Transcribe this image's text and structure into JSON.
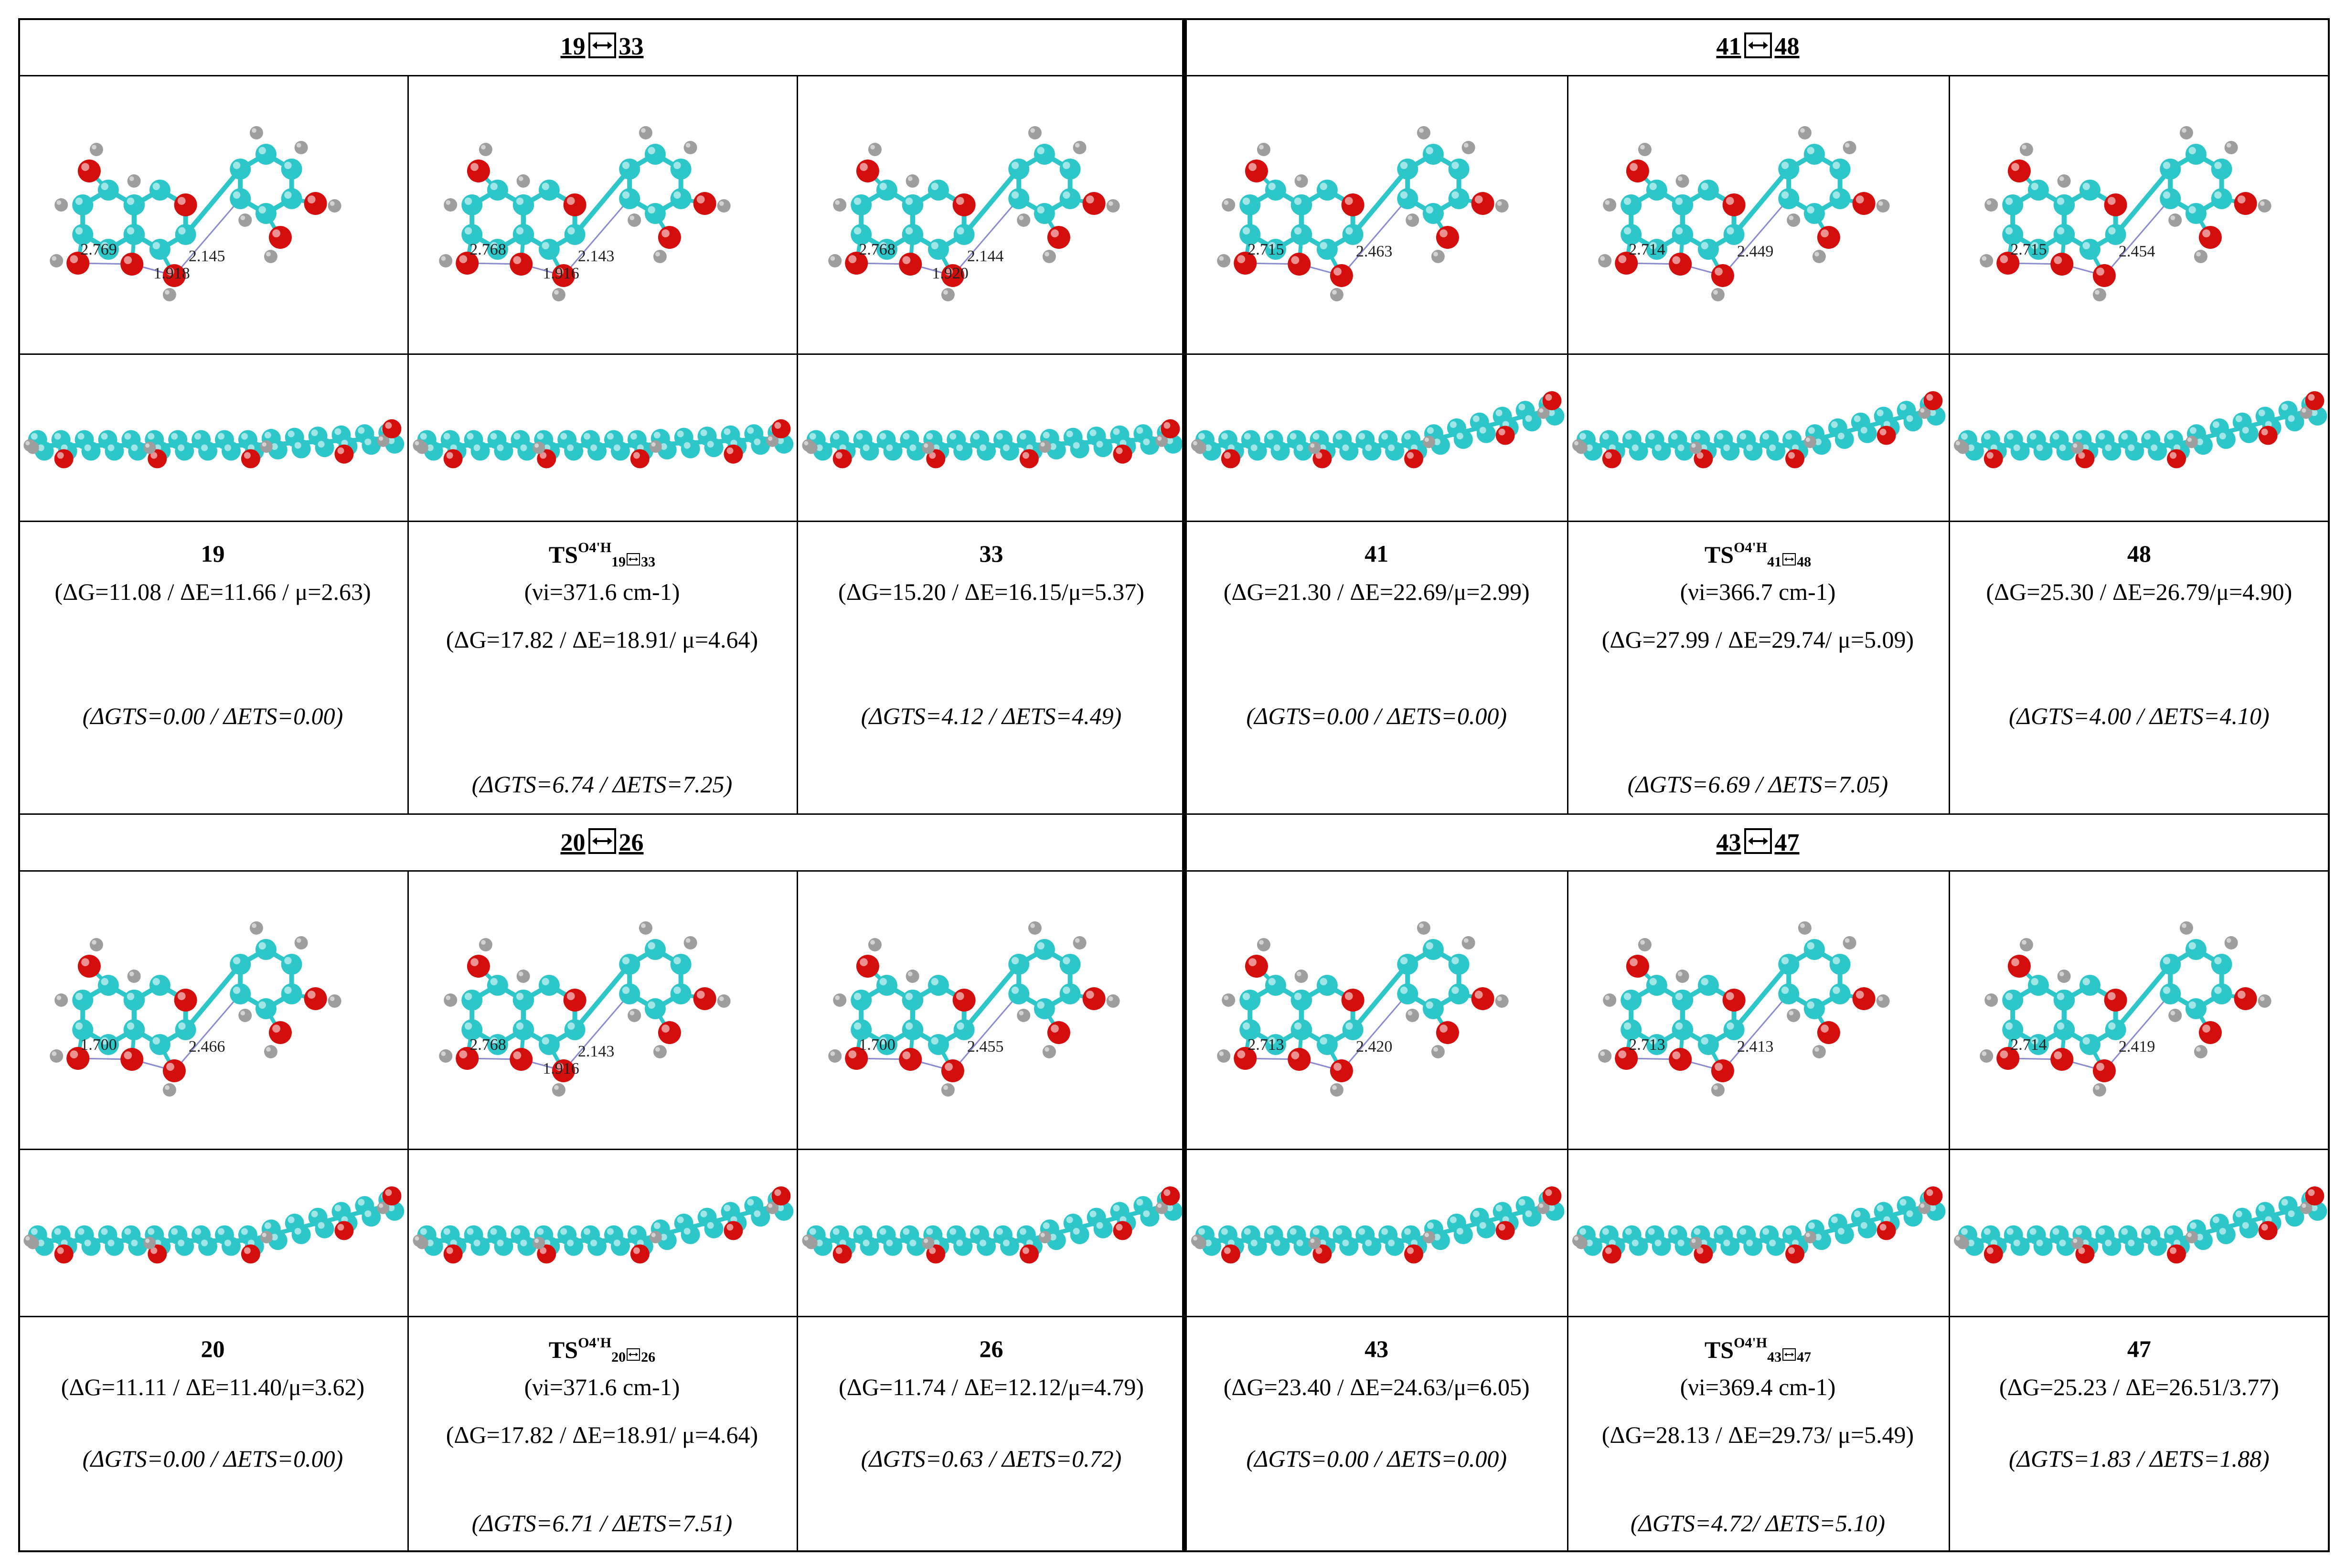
{
  "panels": [
    {
      "sections": [
        {
          "header": {
            "left": "19",
            "right": "33"
          },
          "columns": [
            {
              "label": "19",
              "lines": [
                "(ΔG=11.08 / ΔE=11.66 / μ=2.63)"
              ],
              "ts_line": "(ΔGTS=0.00 / ΔETS=0.00)",
              "distances": [
                "2.769",
                "1.918",
                "2.145"
              ]
            },
            {
              "label": "TSO4'H19↔33",
              "label_parts": {
                "base": "TS",
                "sup": "O4'H",
                "sub_left": "19",
                "sub_right": "33"
              },
              "lines": [
                "(νi=371.6 cm-1)",
                "(ΔG=17.82 / ΔE=18.91/ μ=4.64)"
              ],
              "ts_line": "(ΔGTS=6.74 / ΔETS=7.25)",
              "distances": [
                "2.768",
                "1.916",
                "2.143"
              ]
            },
            {
              "label": "33",
              "lines": [
                "(ΔG=15.20 / ΔE=16.15/μ=5.37)"
              ],
              "ts_line": "(ΔGTS=4.12 / ΔETS=4.49)",
              "distances": [
                "2.768",
                "1.920",
                "2.144"
              ]
            }
          ]
        },
        {
          "header": {
            "left": "20",
            "right": "26"
          },
          "columns": [
            {
              "label": "20",
              "lines": [
                "(ΔG=11.11 / ΔE=11.40/μ=3.62)"
              ],
              "ts_line": "(ΔGTS=0.00 / ΔETS=0.00)",
              "distances": [
                "1.700",
                "2.466"
              ]
            },
            {
              "label": "TSO4'H20↔26",
              "label_parts": {
                "base": "TS",
                "sup": "O4'H",
                "sub_left": "20",
                "sub_right": "26"
              },
              "lines": [
                "(νi=371.6 cm-1)",
                "(ΔG=17.82 / ΔE=18.91/ μ=4.64)"
              ],
              "ts_line": "(ΔGTS=6.71 / ΔETS=7.51)",
              "distances": [
                "2.768",
                "1.916",
                "2.143"
              ]
            },
            {
              "label": "26",
              "lines": [
                "(ΔG=11.74 / ΔE=12.12/μ=4.79)"
              ],
              "ts_line": "(ΔGTS=0.63 / ΔETS=0.72)",
              "distances": [
                "1.700",
                "2.455"
              ]
            }
          ]
        }
      ]
    },
    {
      "sections": [
        {
          "header": {
            "left": "41",
            "right": "48"
          },
          "columns": [
            {
              "label": "41",
              "lines": [
                "(ΔG=21.30 / ΔE=22.69/μ=2.99)"
              ],
              "ts_line": "(ΔGTS=0.00 / ΔETS=0.00)",
              "distances": [
                "2.715",
                "2.463"
              ]
            },
            {
              "label": "TSO4'H41↔48",
              "label_parts": {
                "base": "TS",
                "sup": "O4'H",
                "sub_left": "41",
                "sub_right": "48"
              },
              "lines": [
                "(νi=366.7 cm-1)",
                "(ΔG=27.99 / ΔE=29.74/ μ=5.09)"
              ],
              "ts_line": "(ΔGTS=6.69 / ΔETS=7.05)",
              "distances": [
                "2.714",
                "2.449"
              ]
            },
            {
              "label": "48",
              "lines": [
                "(ΔG=25.30 / ΔE=26.79/μ=4.90)"
              ],
              "ts_line": "(ΔGTS=4.00 / ΔETS=4.10)",
              "distances": [
                "2.715",
                "2.454"
              ]
            }
          ]
        },
        {
          "header": {
            "left": "43",
            "right": "47"
          },
          "columns": [
            {
              "label": "43",
              "lines": [
                "(ΔG=23.40 / ΔE=24.63/μ=6.05)"
              ],
              "ts_line": "(ΔGTS=0.00 / ΔETS=0.00)",
              "distances": [
                "2.713",
                "2.420"
              ]
            },
            {
              "label": "TSO4'H43↔47",
              "label_parts": {
                "base": "TS",
                "sup": "O4'H",
                "sub_left": "43",
                "sub_right": "47"
              },
              "lines": [
                "(νi=369.4 cm-1)",
                "(ΔG=28.13 / ΔE=29.73/ μ=5.49)"
              ],
              "ts_line": "(ΔGTS=4.72/ ΔETS=5.10)",
              "distances": [
                "2.713",
                "2.413"
              ]
            },
            {
              "label": "47",
              "lines": [
                "(ΔG=25.23 / ΔE=26.51/3.77)"
              ],
              "ts_line": "(ΔGTS=1.83 / ΔETS=1.88)",
              "distances": [
                "2.714",
                "2.419"
              ]
            }
          ]
        }
      ]
    }
  ],
  "colors": {
    "carbon": "#2ec7c9",
    "oxygen": "#d40d0d",
    "hydrogen": "#9e9e9e",
    "bond": "#2ec7c9",
    "hbond": "#8a8ad0",
    "border": "#000000"
  }
}
